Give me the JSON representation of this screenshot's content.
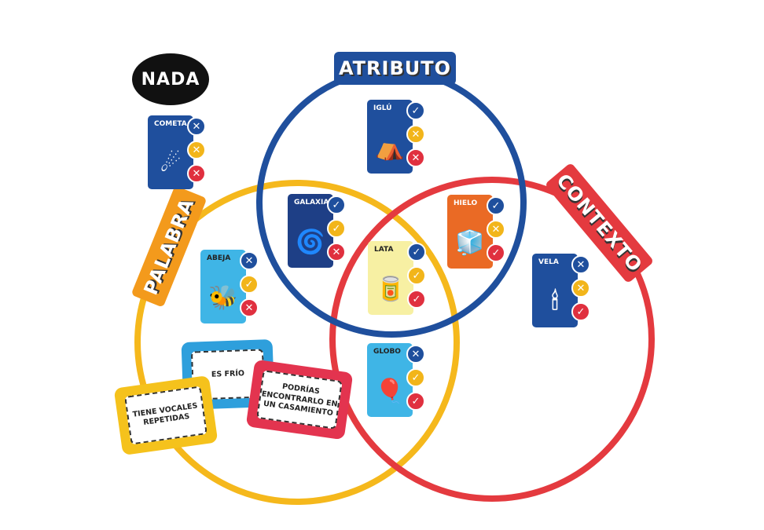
{
  "categories": [
    {
      "label": "ATRIBUTO",
      "color": "#1f4f9d"
    },
    {
      "label": "PALABRA",
      "color": "#f5b81c"
    },
    {
      "label": "CONTEXTO",
      "color": "#e43a3f"
    }
  ],
  "nada_label": "NADA",
  "cards": [
    {
      "name": "COMETA",
      "icon": "comet",
      "bg": "#1f4f9d",
      "fg": "#fff",
      "marks": [
        "✕",
        "✕",
        "✕"
      ]
    },
    {
      "name": "IGLÚ",
      "icon": "igloo",
      "bg": "#1f4f9d",
      "fg": "#fff",
      "marks": [
        "✓",
        "✕",
        "✕"
      ]
    },
    {
      "name": "GALAXIA",
      "icon": "galaxy",
      "bg": "#1e3f86",
      "fg": "#fff",
      "marks": [
        "✓",
        "✓",
        "✕"
      ]
    },
    {
      "name": "LATA",
      "icon": "can",
      "bg": "#f7f0a3",
      "fg": "#222",
      "marks": [
        "✓",
        "✓",
        "✓"
      ]
    },
    {
      "name": "ABEJA",
      "icon": "bee",
      "bg": "#3fb5e6",
      "fg": "#222",
      "marks": [
        "✕",
        "✓",
        "✕"
      ]
    },
    {
      "name": "HIELO",
      "icon": "ice",
      "bg": "#ea6a25",
      "fg": "#fff",
      "marks": [
        "✓",
        "✕",
        "✓"
      ]
    },
    {
      "name": "VELA",
      "icon": "candle",
      "bg": "#1f4f9d",
      "fg": "#fff",
      "marks": [
        "✕",
        "✕",
        "✓"
      ]
    },
    {
      "name": "GLOBO",
      "icon": "balloon",
      "bg": "#3fb5e6",
      "fg": "#222",
      "marks": [
        "✕",
        "✓",
        "✓"
      ]
    }
  ],
  "clues": [
    {
      "text": "ES FRÍO",
      "color": "#2e9fdc"
    },
    {
      "text": "TIENE VOCALES REPETIDAS",
      "color": "#f5c21c"
    },
    {
      "text": "PODRÍAS ENCONTRARLO EN UN CASAMIENTO",
      "color": "#e3344f"
    }
  ]
}
